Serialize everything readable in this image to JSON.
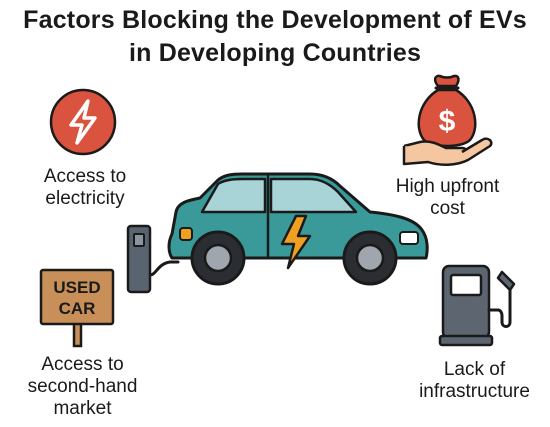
{
  "title": {
    "line1": "Factors Blocking the Development of EVs",
    "line2": "in Developing Countries"
  },
  "factors": [
    {
      "icon": "lightning-bolt-icon",
      "line1": "Access to",
      "line2": "electricity"
    },
    {
      "icon": "money-bag-icon",
      "line1": "High upfront",
      "line2": "cost"
    },
    {
      "icon": "used-car-sign-icon",
      "line1": "Access to",
      "line2": "second-hand",
      "line3": "market"
    },
    {
      "icon": "fuel-pump-icon",
      "line1": "Lack of",
      "line2": "infrastructure"
    }
  ],
  "sign": {
    "line1": "USED",
    "line2": "CAR"
  },
  "money_symbol": "$",
  "colors": {
    "car_body": "#3a9a9a",
    "bolt_circle": "#d9533e",
    "money_bag": "#d9533e",
    "sign_board": "#c89058",
    "charger": "#5a6470",
    "fuel_pump": "#5d6670",
    "bolt_on_car": "#f0a020"
  }
}
